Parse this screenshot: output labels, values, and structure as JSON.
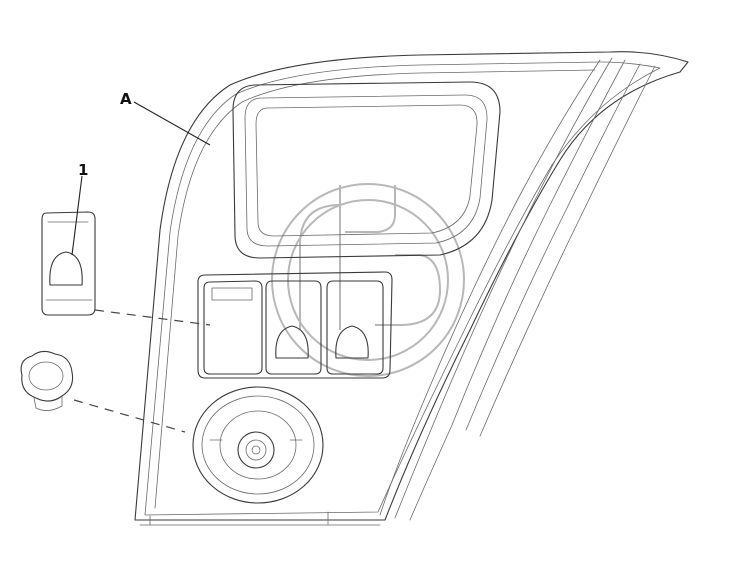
{
  "diagram": {
    "callouts": [
      {
        "id": "A",
        "label": "A",
        "refers_to": "door-trim-panel"
      },
      {
        "id": "1",
        "label": "1",
        "refers_to": "window-switch"
      }
    ],
    "parts": [
      {
        "name": "door-trim-panel"
      },
      {
        "name": "window-switch"
      },
      {
        "name": "mirror-adjust-knob"
      },
      {
        "name": "switch-bezel"
      },
      {
        "name": "mirror-control-bezel"
      }
    ],
    "line_color": "#3a3a3a",
    "background": "#ffffff"
  }
}
